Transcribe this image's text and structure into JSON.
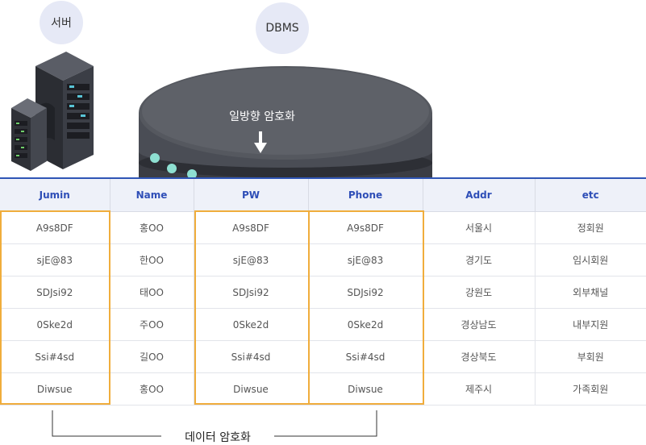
{
  "nodes": {
    "server": "서버",
    "dbms": "DBMS"
  },
  "db_caption": "일방향 암호화",
  "bottom_label": "데이터 암호화",
  "table": {
    "headers": [
      "Jumin",
      "Name",
      "PW",
      "Phone",
      "Addr",
      "etc"
    ],
    "rows": [
      [
        "A9s8DF",
        "홍OO",
        "A9s8DF",
        "A9s8DF",
        "서울시",
        "정회원"
      ],
      [
        "sjE@83",
        "한OO",
        "sjE@83",
        "sjE@83",
        "경기도",
        "임시회원"
      ],
      [
        "SDJsi92",
        "태OO",
        "SDJsi92",
        "SDJsi92",
        "강원도",
        "외부채널"
      ],
      [
        "0Ske2d",
        "주OO",
        "0Ske2d",
        "0Ske2d",
        "경상남도",
        "내부지원"
      ],
      [
        "Ssi#4sd",
        "길OO",
        "Ssi#4sd",
        "Ssi#4sd",
        "경상북도",
        "부회원"
      ],
      [
        "Diwsue",
        "홍OO",
        "Diwsue",
        "Diwsue",
        "제주시",
        "가족회원"
      ]
    ]
  },
  "colors": {
    "header_text": "#2e4eb7",
    "header_bg": "#eef1f9",
    "highlight": "#f0ad3c",
    "db_body": "#4a4d55",
    "bubble": "#e6e9f6"
  }
}
